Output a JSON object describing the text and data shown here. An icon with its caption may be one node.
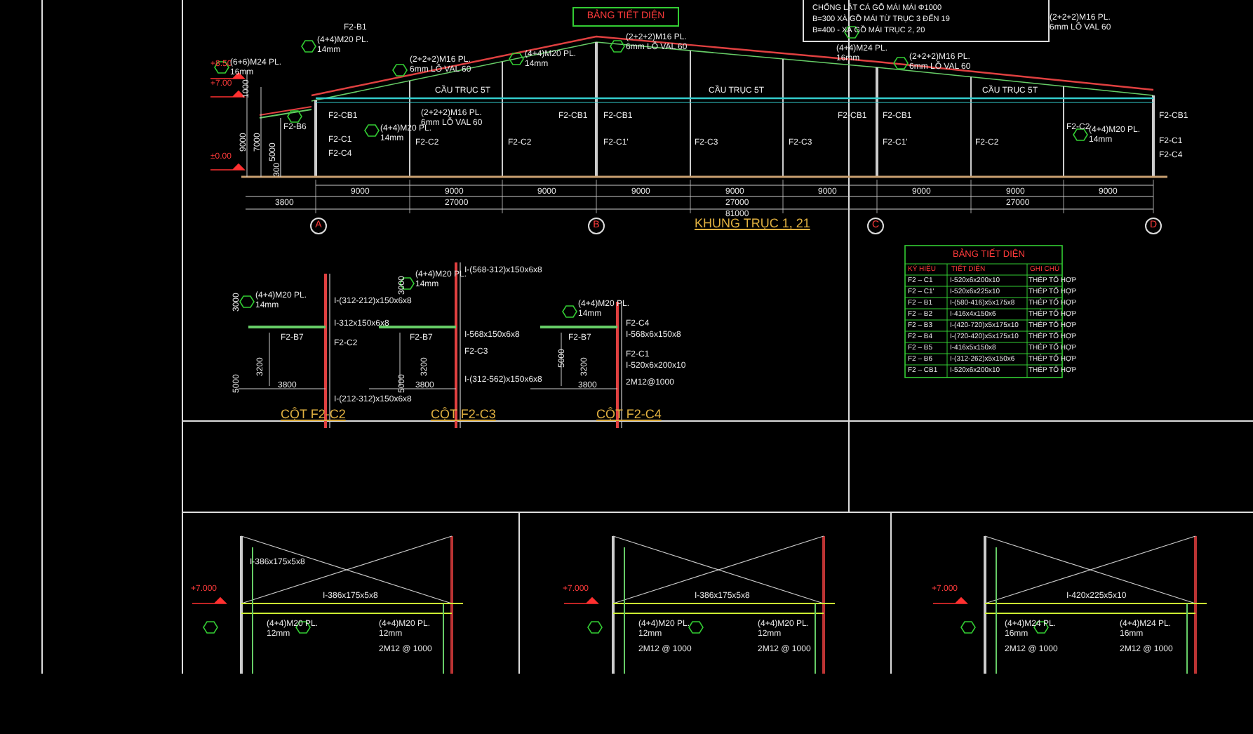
{
  "diagram": {
    "nodes": [
      {
        "text": [
          "BẢNG TIẾT DIỆN"
        ]
      },
      {
        "text": [
          "CHỐNG LẬT CÁ GỖ MÁI MÁI Φ1000",
          "B=300 XÀ GỒ MÁI TỪ TRỤC 3 ĐẾN 19",
          "B=400 - XÀ GỒ MÁI TRỤC 2, 20"
        ]
      },
      {
        "text": [
          "A"
        ]
      },
      {
        "text": [
          "B"
        ]
      },
      {
        "text": [
          "C"
        ]
      },
      {
        "text": [
          "D"
        ]
      }
    ],
    "labels": [
      "+8.50",
      "+7.00",
      "±0.00",
      "1000",
      "9000",
      "7000",
      "5000",
      "300",
      "F2-B1",
      "(6+6)M24 PL. 16mm",
      "(4+4)M20 PL. 14mm",
      "(2+2+2)M16 PL. 6mm LỖ VAL 60",
      "(4+4)M20 PL. 14mm",
      "(2+2+2)M16 PL. 6mm LỖ VAL 60",
      "(4+4)M24 PL. 16mm",
      "(2+2+2)M16 PL. 6mm LỖ VAL 60",
      "(2+2+2)M16 PL. 6mm LỖ VAL 60",
      "CẦU TRỤC 5T",
      "CẦU TRỤC 5T",
      "CẦU TRỤC 5T",
      "F2-B6",
      "F2-CB1",
      "(2+2+2)M16 PL. 6mm LỖ VAL 60",
      "(4+4)M20 PL. 14mm",
      "F2-C1",
      "F2-C4",
      "F2-C2",
      "F2-C2",
      "F2-CB1",
      "F2-CB1",
      "F2-C1'",
      "F2-C3",
      "F2-C3",
      "F2-CB1",
      "F2-CB1",
      "F2-C1'",
      "F2-C2",
      "F2-C2",
      "(4+4)M20 PL. 14mm",
      "F2-CB1",
      "F2-C1",
      "F2-C4",
      "9000",
      "9000",
      "9000",
      "9000",
      "9000",
      "9000",
      "9000",
      "9000",
      "9000",
      "3800",
      "27000",
      "27000",
      "27000",
      "81000",
      "KHUNG TRỤC 1, 21",
      "(4+4)M20 PL. 14mm",
      "I-(312-212)x150x6x8",
      "I-312x150x6x8",
      "F2-B7",
      "F2-C2",
      "I-(212-312)x150x6x8",
      "3000",
      "5000",
      "3200",
      "3800",
      "CỘT F2-C2",
      "(4+4)M20 PL. 14mm",
      "I-(568-312)x150x6x8",
      "F2-B7",
      "I-568x150x6x8",
      "F2-C3",
      "I-(312-562)x150x6x8",
      "3000",
      "5000",
      "3200",
      "3800",
      "CỘT F2-C3",
      "(4+4)M20 PL. 14mm",
      "F2-C4",
      "F2-B7",
      "I-568x6x150x8",
      "F2-C1",
      "I-520x6x200x10",
      "2M12@1000",
      "5000",
      "3200",
      "3800",
      "CỘT F2-C4",
      "BẢNG TIẾT DIỆN",
      "KÝ HIỆU",
      "TIẾT DIỆN",
      "GHI CHÚ",
      "F2 – C1",
      "I-520x6x200x10",
      "THÉP TỔ HỢP",
      "F2 – C1'",
      "I-520x6x225x10",
      "THÉP TỔ HỢP",
      "F2 – B1",
      "I-(580-416)x5x175x8",
      "THÉP TỔ HỢP",
      "F2 – B2",
      "I-416x4x150x6",
      "THÉP TỔ HỢP",
      "F2 – B3",
      "I-(420-720)x5x175x10",
      "THÉP TỔ HỢP",
      "F2 – B4",
      "I-(720-420)x5x175x10",
      "THÉP TỔ HỢP",
      "F2 – B5",
      "I-416x5x150x8",
      "THÉP TỔ HỢP",
      "F2 – B6",
      "I-(312-262)x5x150x6",
      "THÉP TỔ HỢP",
      "F2 – CB1",
      "I-520x6x200x10",
      "THÉP TỔ HỢP",
      "+7.000",
      "I-386x175x5x8",
      "I-386x175x5x8",
      "(4+4)M20 PL. 12mm",
      "(4+4)M20 PL. 12mm",
      "2M12 @ 1000",
      "+7.000",
      "I-386x175x5x8",
      "(4+4)M20 PL. 12mm",
      "2M12 @ 1000",
      "(4+4)M20 PL. 12mm",
      "2M12 @ 1000",
      "+7.000",
      "I-420x225x5x10",
      "(4+4)M24 PL. 16mm",
      "(4+4)M24 PL. 16mm",
      "2M12 @ 1000",
      "2M12 @ 1000"
    ]
  }
}
